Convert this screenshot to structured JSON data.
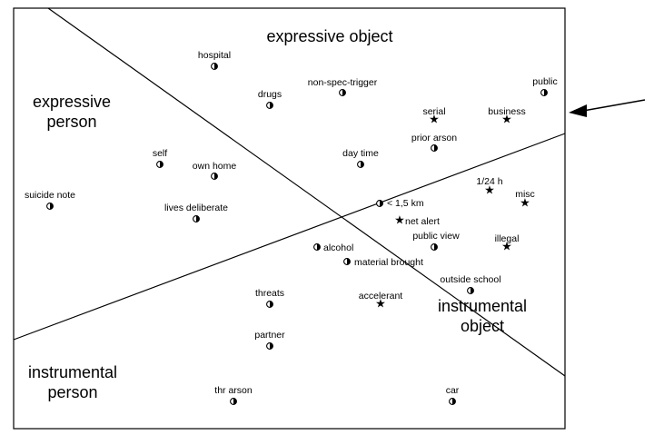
{
  "regions": [
    {
      "id": "expressive-object",
      "lines": [
        "expressive object"
      ]
    },
    {
      "id": "expressive-person",
      "lines": [
        "expressive",
        "person"
      ]
    },
    {
      "id": "instrumental-object",
      "lines": [
        "instrumental",
        "object"
      ]
    },
    {
      "id": "instrumental-person",
      "lines": [
        "instrumental",
        "person"
      ]
    }
  ],
  "variables": [
    {
      "id": "hospital",
      "label": "hospital",
      "marker": "circle"
    },
    {
      "id": "drugs",
      "label": "drugs",
      "marker": "circle"
    },
    {
      "id": "non-spec-trigger",
      "label": "non-spec-trigger",
      "marker": "circle"
    },
    {
      "id": "public",
      "label": "public",
      "marker": "circle"
    },
    {
      "id": "serial",
      "label": "serial",
      "marker": "star"
    },
    {
      "id": "business",
      "label": "business",
      "marker": "star"
    },
    {
      "id": "prior-arson",
      "label": "prior arson",
      "marker": "circle"
    },
    {
      "id": "self",
      "label": "self",
      "marker": "circle"
    },
    {
      "id": "own-home",
      "label": "own home",
      "marker": "circle"
    },
    {
      "id": "day-time",
      "label": "day time",
      "marker": "circle"
    },
    {
      "id": "suicide-note",
      "label": "suicide note",
      "marker": "circle"
    },
    {
      "id": "lives-deliberate",
      "label": "lives deliberate",
      "marker": "circle"
    },
    {
      "id": "within-1-5-km",
      "label": "< 1,5 km",
      "marker": "circle"
    },
    {
      "id": "one-24-h",
      "label": "1/24 h",
      "marker": "star"
    },
    {
      "id": "misc",
      "label": "misc",
      "marker": "star"
    },
    {
      "id": "net-alert",
      "label": "net alert",
      "marker": "star"
    },
    {
      "id": "public-view",
      "label": "public view",
      "marker": "circle"
    },
    {
      "id": "illegal",
      "label": "illegal",
      "marker": "star"
    },
    {
      "id": "alcohol",
      "label": "alcohol",
      "marker": "circle"
    },
    {
      "id": "material-brought",
      "label": "material brought",
      "marker": "circle"
    },
    {
      "id": "outside-school",
      "label": "outside school",
      "marker": "circle"
    },
    {
      "id": "threats",
      "label": "threats",
      "marker": "circle"
    },
    {
      "id": "accelerant",
      "label": "accelerant",
      "marker": "star"
    },
    {
      "id": "partner",
      "label": "partner",
      "marker": "circle"
    },
    {
      "id": "thr-arson",
      "label": "thr arson",
      "marker": "circle"
    },
    {
      "id": "car",
      "label": "car",
      "marker": "circle"
    }
  ]
}
